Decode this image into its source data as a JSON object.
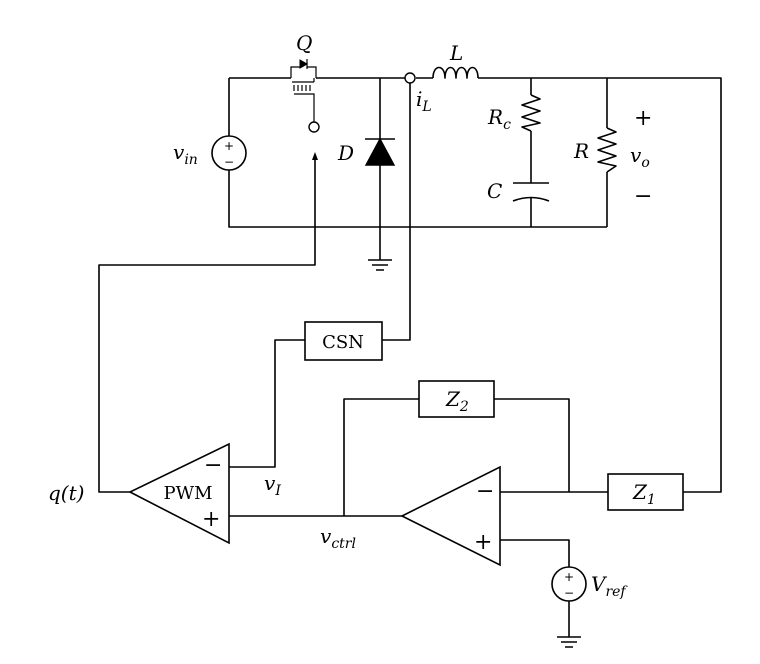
{
  "labels": {
    "switch": "Q",
    "inductor": "L",
    "inductor_current": "i",
    "inductor_current_sub": "L",
    "vin": "v",
    "vin_sub": "in",
    "diode": "D",
    "esr": "R",
    "esr_sub": "c",
    "capacitor": "C",
    "load": "R",
    "vout": "v",
    "vout_sub": "o",
    "vout_plus": "+",
    "vout_minus": "−",
    "current_sense": "CSN",
    "z2": "Z",
    "z2_sub": "2",
    "z1": "Z",
    "z1_sub": "1",
    "pwm": "PWM",
    "pwm_minus": "−",
    "pwm_plus": "+",
    "q": "q(t)",
    "vi": "v",
    "vi_sub": "I",
    "vctrl": "v",
    "vctrl_sub": "ctrl",
    "opamp_minus": "−",
    "opamp_plus": "+",
    "vref": "V",
    "vref_sub": "ref",
    "source_plus": "+",
    "source_minus": "−"
  }
}
